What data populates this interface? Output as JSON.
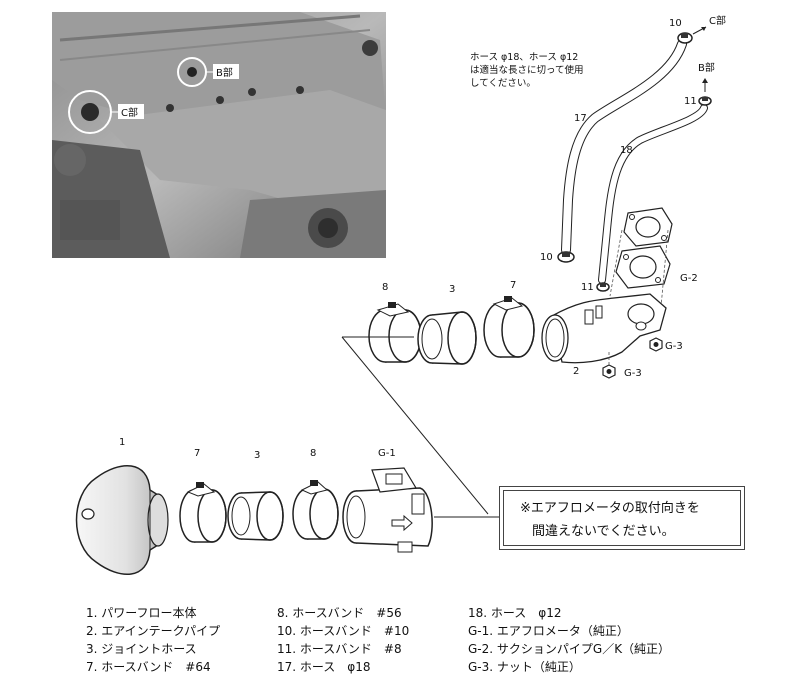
{
  "photo": {
    "label_b": "B部",
    "label_c": "C部"
  },
  "note": {
    "line1": "ホース φ18、ホース φ12",
    "line2": "は適当な長さに切って使用",
    "line3": "してください。"
  },
  "callouts": {
    "c10_top": "10",
    "c_bu": "C部",
    "b_bu": "B部",
    "c11_top": "11",
    "c17": "17",
    "c18": "18",
    "c10_mid": "10",
    "c11_mid": "11",
    "cG2": "G-2",
    "c8_up": "8",
    "c3_up": "3",
    "c7_up": "7",
    "c2": "2",
    "cG3a": "G-3",
    "cG3b": "G-3",
    "c1": "1",
    "c7_lo": "7",
    "c3_lo": "3",
    "c8_lo": "8",
    "cG1": "G-1"
  },
  "warning": {
    "line1": "※エアフロメータの取付向きを",
    "line2": "間違えないでください。"
  },
  "parts_list": {
    "col1": [
      "1. パワーフロー本体",
      "2. エアインテークパイプ",
      "3. ジョイントホース",
      "7. ホースバンド　#64"
    ],
    "col2": [
      "8. ホースバンド　#56",
      "10. ホースバンド　#10",
      "11. ホースバンド　#8",
      "17. ホース　φ18"
    ],
    "col3": [
      "18. ホース　φ12",
      "G-1. エアフロメータ（純正）",
      "G-2. サクションパイプG／K（純正）",
      "G-3. ナット（純正）"
    ]
  }
}
